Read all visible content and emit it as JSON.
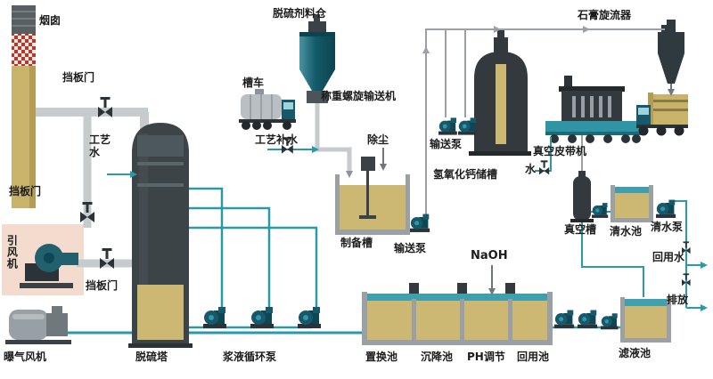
{
  "labels": {
    "chimney": "烟囱",
    "damper_top": "挡板门",
    "damper_left": "挡板门",
    "damper_bottom": "挡板门",
    "process_water": "工艺水",
    "id_fan": "引风机",
    "aeration_blower": "曝气风机",
    "tower": "脱硫塔",
    "slurry_pumps": "浆液循环泵",
    "silo": "脱硫剂料仓",
    "tank_truck": "槽车",
    "screw_conveyor": "称重螺旋输送机",
    "makeup_water": "工艺补水",
    "dust_removal": "除尘",
    "prep_tank": "制备槽",
    "transfer_pump_upper": "输送泵",
    "transfer_pump_lower": "输送泵",
    "caoh_tank": "氢氧化钙储槽",
    "naoh": "NaOH",
    "gypsum_cyclone": "石膏旋流器",
    "vacuum_belt": "真空皮带机",
    "water": "水",
    "vacuum_tank": "真空槽",
    "clean_pool": "清水池",
    "clean_pump": "清水泵",
    "reuse_water": "回用水",
    "discharge": "排放",
    "pool_replace": "置换池",
    "pool_settle": "沉降池",
    "pool_ph": "PH调节",
    "pool_reuse": "回用池",
    "pool_filtrate": "滤液池"
  },
  "colors": {
    "background": "#ffffff",
    "pipe_gray": "#c6cbce",
    "water_line_teal": "#2a9aa8",
    "equipment_dark": "#33393d",
    "tower_body": "#3c4448",
    "liquid_tan": "#cdb873",
    "pump_teal": "#17596b",
    "fan_enclosure_pink": "#f3dccd",
    "wall_gray": "#9aa0a3",
    "chimney_band_red": "#b23a2e"
  }
}
